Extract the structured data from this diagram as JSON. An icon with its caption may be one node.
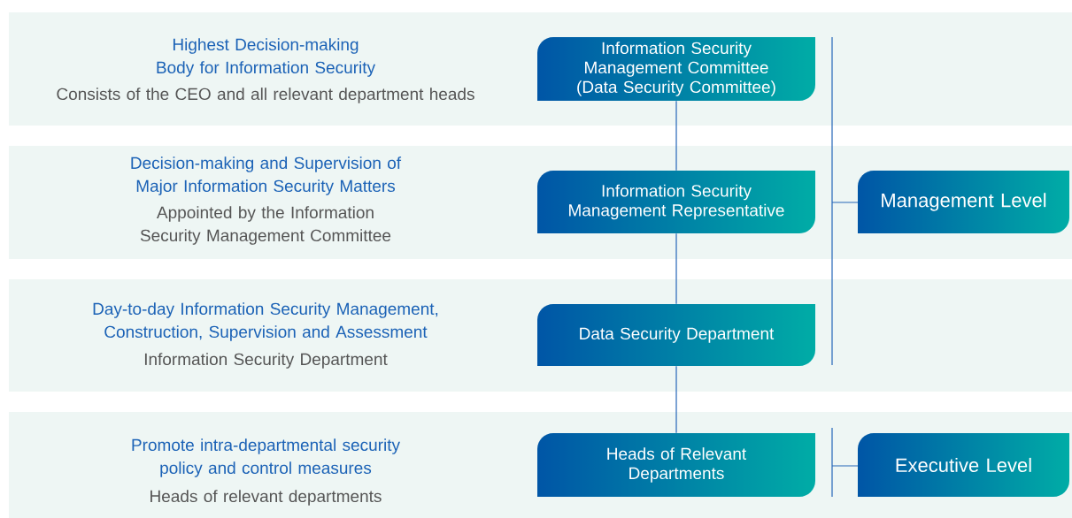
{
  "diagram": {
    "nodes": [
      {
        "text": [
          "Highest Decision-making Body for Information Security",
          "Consists of the CEO and all relevant department heads"
        ]
      },
      {
        "text": [
          "Information Security Management Committee (Data Security Committee)"
        ],
        "in": 0
      },
      {
        "text": [
          "Decision-making and Supervision of Major Information Security Matters",
          "Appointed by the Information Security Management Committee"
        ]
      },
      {
        "text": [
          "Information Security Management Representative"
        ],
        "in": 2
      },
      {
        "text": [
          "Management Level"
        ],
        "in": 2
      },
      {
        "text": [
          "Day-to-day Information Security Management, Construction, Supervision and Assessment",
          "Information Security Department"
        ]
      },
      {
        "text": [
          "Data Security Department"
        ],
        "in": 5
      },
      {
        "text": [
          "Promote intra-departmental security policy and control measures",
          "Heads of relevant departments"
        ]
      },
      {
        "text": [
          "Heads of Relevant Departments"
        ],
        "in": 7
      },
      {
        "text": [
          "Executive Level"
        ],
        "in": 7
      }
    ],
    "edges": [
      {
        "from": 1,
        "to": 3,
        "arrow": "none"
      },
      {
        "from": 3,
        "to": 6,
        "arrow": "none"
      },
      {
        "from": 6,
        "to": 8,
        "arrow": "none"
      }
    ]
  }
}
